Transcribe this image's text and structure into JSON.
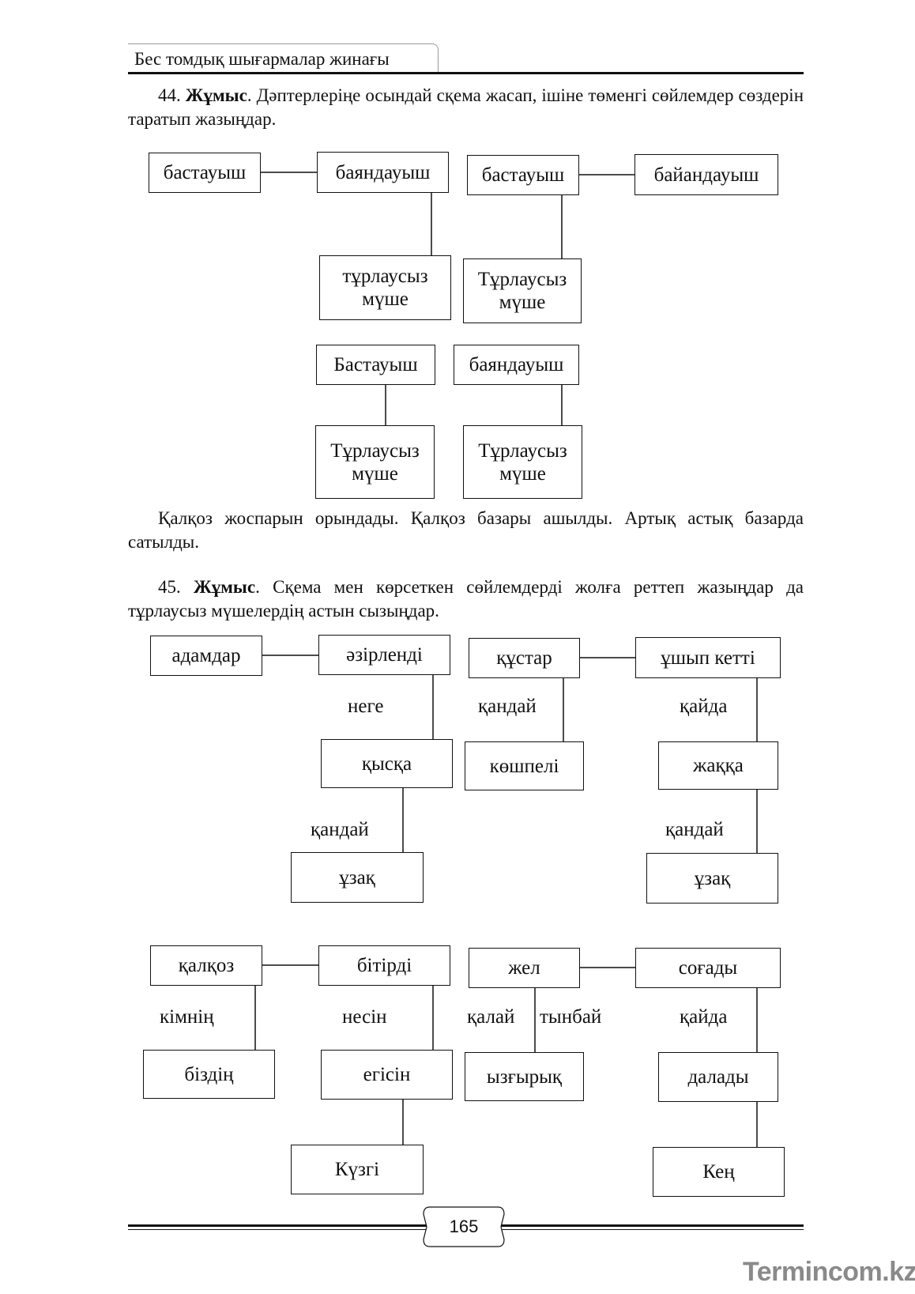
{
  "header": {
    "title": "Бес томдық шығармалар жинағы"
  },
  "exercise44": {
    "number": "44.",
    "label": "Жұмыс",
    "text": ". Дәптерлеріңе осындай сқема жасап, ішіне төменгі сөйлемдер сөздерін таратып жазыңдар.",
    "diagram": {
      "boxes": [
        "бастауыш",
        "баяндауыш",
        "тұрлаусыз мүше",
        "бастауыш",
        "байандауыш",
        "Тұрлаусыз мүше",
        "Бастауыш",
        "баяндауыш",
        "Тұрлаусыз мүше",
        "Тұрлаусыз мүше"
      ]
    },
    "sentences": "Қалқоз жоспарын орындады. Қалқоз базары ашылды. Артық астық базарда сатылды."
  },
  "exercise45": {
    "number": "45.",
    "label": "Жұмыс",
    "text": ". Сқема мен көрсеткен сөйлемдерді жолға реттеп жазыңдар да тұрлаусыз мүшелердің астын сызыңдар.",
    "diagram1": {
      "boxes": [
        "адамдар",
        "әзірленді",
        "қысқа",
        "ұзақ",
        "құстар",
        "ұшып кетті",
        "көшпелі",
        "жаққа",
        "ұзақ"
      ],
      "labels": [
        "неге",
        "қандай",
        "қандай",
        "қайда",
        "қандай"
      ]
    },
    "diagram2": {
      "boxes": [
        "қалқоз",
        "бітірді",
        "біздің",
        "егісін",
        "Күзгі",
        "жел",
        "соғады",
        "ызғырық",
        "далады",
        "Кең"
      ],
      "labels": [
        "кімнің",
        "несін",
        "қалай",
        "тынбай",
        "қайда"
      ]
    }
  },
  "footer": {
    "page_number": "165"
  },
  "watermark": {
    "text": "Termincom.kz"
  }
}
